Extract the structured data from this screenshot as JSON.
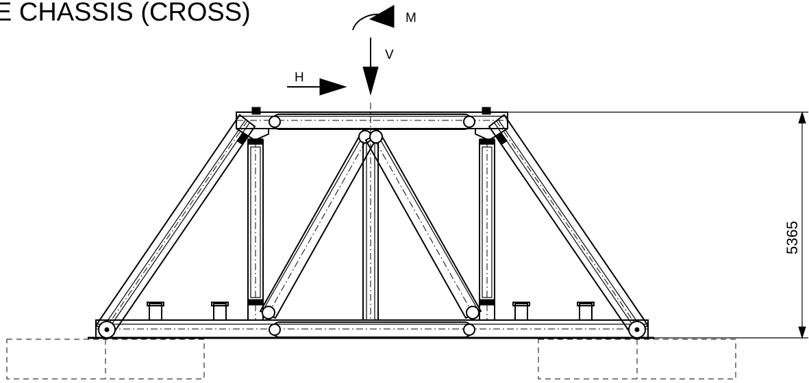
{
  "title": "E CHASSIS (CROSS)",
  "loads": {
    "moment": "M",
    "vertical": "V",
    "horizontal": "H"
  },
  "dimension": {
    "height": "5365"
  }
}
